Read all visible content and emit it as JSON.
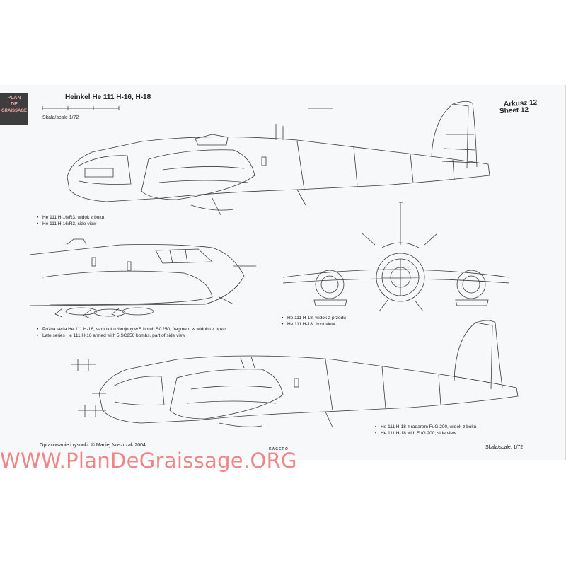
{
  "title": "Heinkel He 111 H-16, H-18",
  "scale_top": "Skala/scale 1/72",
  "sheet": {
    "label_pl": "Arkusz 12",
    "label_en": "Sheet 12"
  },
  "captions": [
    {
      "id": "side-h16",
      "lines": [
        "He 111 H-16/R3, widok z boku",
        "He 111 H-16/R3, side view"
      ]
    },
    {
      "id": "late-h16",
      "lines": [
        "Późna seria He 111 H-16, samolot uzbrojony w 5 bomb SC250, fragment w widoku z boku",
        "Late series He 111 H-16 armed with 5 SC250 bombs, part of side view"
      ]
    },
    {
      "id": "front-h18",
      "lines": [
        "He 111 H-18, widok z przodu",
        "He 111 H-18, front view"
      ]
    },
    {
      "id": "side-h18",
      "lines": [
        "He 111 H-18 z radarem FuG 200, widok z boku",
        "He 111 H-18 with FuG 200, side view"
      ]
    }
  ],
  "credit": "Opracowanie i rysunki: © Maciej Noszczak 2004",
  "scale_bottom": "Skala/scale: 1/72",
  "publisher": "KAGERO",
  "watermark": "WWW.PlanDeGraissage.ORG",
  "logo": {
    "line1": "PLAN",
    "line2": "DE",
    "line3": "GRAISSAGE"
  },
  "colors": {
    "line": "#3a3a3a",
    "watermark": "#f08585",
    "logo_bg": "#3d3d3d"
  }
}
